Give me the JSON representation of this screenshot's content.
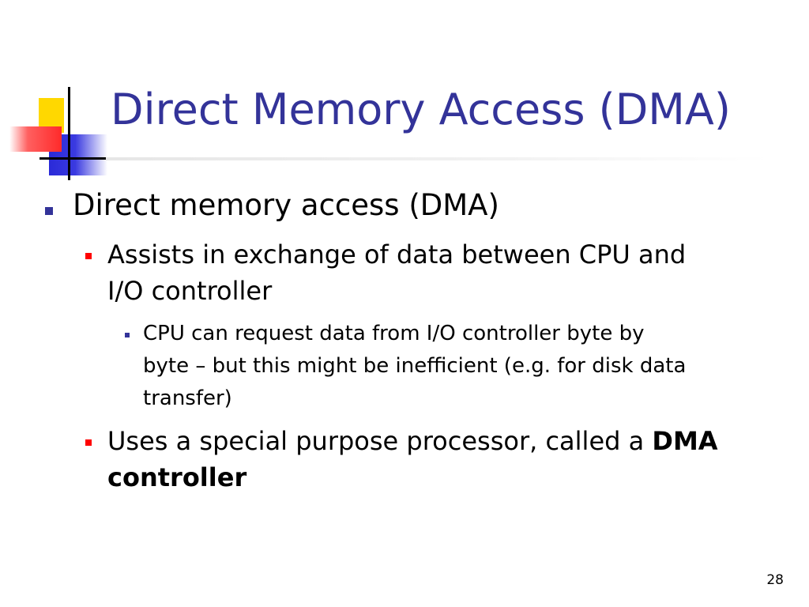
{
  "slide": {
    "title": "Direct Memory Access (DMA)",
    "page_number": "28",
    "bullets": {
      "level1_0": "Direct memory access (DMA)",
      "level2_0_line1": "Assists in exchange of data between CPU and",
      "level2_0_line2": "I/O controller",
      "level3_0_line1": "CPU can request data from I/O controller byte by",
      "level3_0_line2": "byte – but this might be inefficient (e.g. for disk data",
      "level3_0_line3": "transfer)",
      "level2_1_line1_text": "Uses a special purpose processor, called a ",
      "level2_1_line1_bold": "DMA",
      "level2_1_line2_bold": "controller"
    }
  },
  "colors": {
    "title": "#333399",
    "bullet_level1": "#333399",
    "bullet_level2": "#ff0000",
    "bullet_level3": "#333399",
    "deco_yellow": "#ffd800",
    "deco_red": "#ff2a2a",
    "deco_blue": "#2a2ad8"
  }
}
